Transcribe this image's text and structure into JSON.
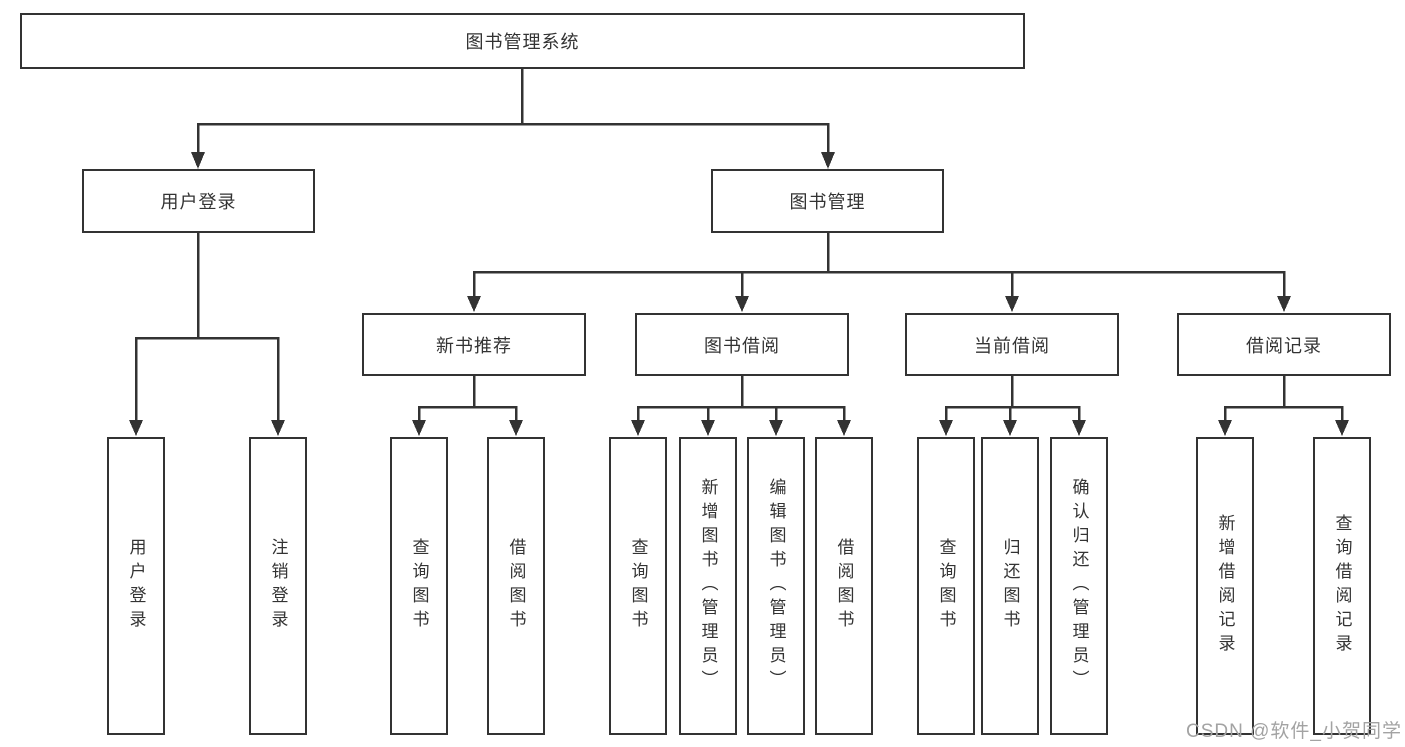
{
  "colors": {
    "line": "#333333",
    "text": "#333333",
    "background": "#ffffff",
    "watermark": "#a3a3a3"
  },
  "watermark": {
    "text": "CSDN @软件_小贺同学"
  },
  "tree": {
    "root": {
      "label": "图书管理系统"
    },
    "branches": [
      {
        "label": "用户登录",
        "children": [
          {
            "label": "用户登录"
          },
          {
            "label": "注销登录"
          }
        ]
      },
      {
        "label": "图书管理",
        "children": [
          {
            "label": "新书推荐",
            "children": [
              {
                "label": "查询图书"
              },
              {
                "label": "借阅图书"
              }
            ]
          },
          {
            "label": "图书借阅",
            "children": [
              {
                "label": "查询图书"
              },
              {
                "label": "新增图书（管理员）"
              },
              {
                "label": "编辑图书（管理员）"
              },
              {
                "label": "借阅图书"
              }
            ]
          },
          {
            "label": "当前借阅",
            "children": [
              {
                "label": "查询图书"
              },
              {
                "label": "归还图书"
              },
              {
                "label": "确认归还（管理员）"
              }
            ]
          },
          {
            "label": "借阅记录",
            "children": [
              {
                "label": "新增借阅记录"
              },
              {
                "label": "查询借阅记录"
              }
            ]
          }
        ]
      }
    ]
  }
}
